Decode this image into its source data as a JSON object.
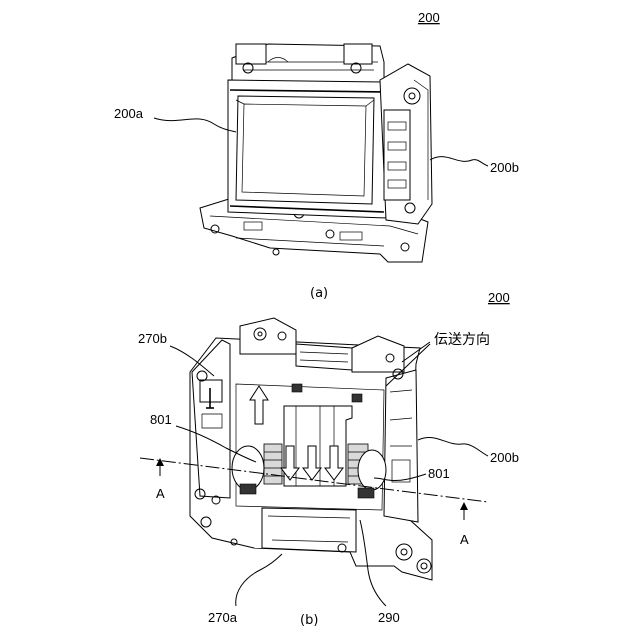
{
  "figure": {
    "panel_a": {
      "ref_main": "200",
      "ref_left": "200a",
      "ref_right": "200b",
      "caption": "(a)"
    },
    "panel_b": {
      "ref_main": "200",
      "ref_270b": "270b",
      "ref_801_left": "801",
      "ref_801_right": "801",
      "ref_A_left": "A",
      "ref_A_right": "A",
      "ref_200b": "200b",
      "ref_270a": "270a",
      "ref_290": "290",
      "direction_label": "伝送方向",
      "caption": "(b)"
    }
  }
}
